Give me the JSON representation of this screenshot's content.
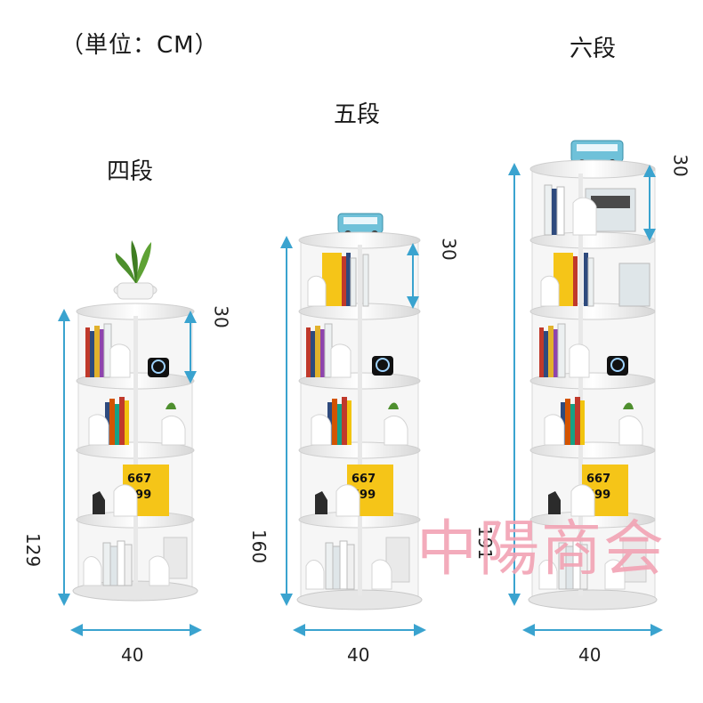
{
  "unit_label": "（単位：CM）",
  "bookcases": [
    {
      "tier_label": "四段",
      "tiers": 4,
      "height_label": "129",
      "width_label": "40",
      "tier_height_label": "30"
    },
    {
      "tier_label": "五段",
      "tiers": 5,
      "height_label": "160",
      "width_label": "40",
      "tier_height_label": "30"
    },
    {
      "tier_label": "六段",
      "tiers": 6,
      "height_label": "191",
      "width_label": "40",
      "tier_height_label": "30"
    }
  ],
  "watermark": "中陽商会",
  "colors": {
    "dimension_line": "#3aa3cf",
    "shelf": "#f4f4f4",
    "watermark": "#f2a3b4"
  }
}
